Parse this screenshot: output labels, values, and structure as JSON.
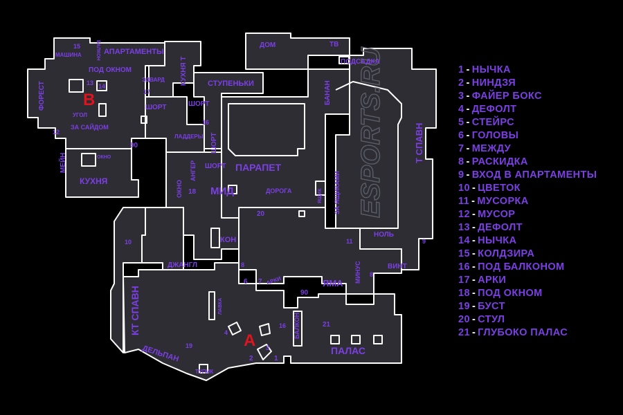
{
  "map": {
    "watermark": "ESPORTS.RU",
    "sites": {
      "a": "A",
      "b": "B"
    },
    "callouts": {
      "mashina": "МАШИНА",
      "balkon_b": "БАЛКОН",
      "apartments": "АПАРТАМЕНТЫ",
      "pod_oknom": "ПОД ОКНОМ",
      "forest": "ФОРЕСТ",
      "edvard": "ЭДВАРД",
      "kuhnya_t": "КУХНЯ Т",
      "ugol": "УГОЛ",
      "za_saydom": "ЗА САЙДОМ",
      "short_b": "ШОРТ",
      "mein": "МЕЙН",
      "okno_b": "ОКНО",
      "kuhnya": "КУХНЯ",
      "laddery": "ЛАДДЕРЫ",
      "short_stairs": "ШОРТ",
      "stupenki": "СТУПЕНЬКИ",
      "short_mid": "ШОРТ",
      "short_vert": "ШОРТ",
      "dom": "ДОМ",
      "tv": "ТВ",
      "podsadka": "ПОДСАДКА",
      "banan": "БАНАН",
      "t_spawn": "Т СПАВН",
      "anger": "АНГЕР",
      "okno_mid": "ОКНО",
      "parapet": "ПАРАПЕТ",
      "mid": "МИД",
      "doroga": "ДОРОГА",
      "yashik": "ЯЩИК",
      "za_yashikami": "ЗА ЯЩИКАМИ",
      "nol": "НОЛЬ",
      "kon": "КОН",
      "minus": "МИНУС",
      "vint": "ВИНТ",
      "dzhangl": "ДЖАНГЛ",
      "arki": "АРКИ",
      "yama": "ЯМА",
      "kt_spawn": "КТ СПАВН",
      "lavka": "ЛАВКА",
      "balkon_a": "БАЛКОН",
      "palas": "ПАЛАС",
      "delpan": "ДЕЛЬПАН",
      "tupik": "ТУПИК"
    },
    "numbers": {
      "n15": "15",
      "n13": "13",
      "n14": "14",
      "n12": "12",
      "n17b": "17",
      "n90b": "90",
      "n16mid": "16",
      "n18": "18",
      "n20": "20",
      "n10": "10",
      "n6": "6",
      "n8mid": "8",
      "n7": "7",
      "n90a": "90",
      "n8": "8",
      "n9": "9",
      "n11": "11",
      "n21": "21",
      "n16a": "16",
      "n2": "2",
      "n1": "1",
      "n3": "3",
      "n4": "4",
      "n19": "19"
    }
  },
  "legend": [
    {
      "num": "1",
      "label": "НЫЧКА"
    },
    {
      "num": "2",
      "label": "НИНДЗЯ"
    },
    {
      "num": "3",
      "label": "ФАЙЕР БОКС"
    },
    {
      "num": "4",
      "label": "ДЕФОЛТ"
    },
    {
      "num": "5",
      "label": "СТЕЙРС"
    },
    {
      "num": "6",
      "label": "ГОЛОВЫ"
    },
    {
      "num": "7",
      "label": "МЕЖДУ"
    },
    {
      "num": "8",
      "label": "РАСКИДКА"
    },
    {
      "num": "9",
      "label": "ВХОД В АПАРТАМЕНТЫ"
    },
    {
      "num": "10",
      "label": "ЦВЕТОК"
    },
    {
      "num": "11",
      "label": "МУСОРКА"
    },
    {
      "num": "12",
      "label": "МУСОР"
    },
    {
      "num": "13",
      "label": "ДЕФОЛТ"
    },
    {
      "num": "14",
      "label": "НЫЧКА"
    },
    {
      "num": "15",
      "label": "КОЛДЗИРА"
    },
    {
      "num": "16",
      "label": "ПОД БАЛКОНОМ"
    },
    {
      "num": "17",
      "label": "АРКИ"
    },
    {
      "num": "18",
      "label": "ПОД ОКНОМ"
    },
    {
      "num": "19",
      "label": "БУСТ"
    },
    {
      "num": "20",
      "label": "СТУЛ"
    },
    {
      "num": "21",
      "label": "ГЛУБОКО ПАЛАС"
    }
  ],
  "legend_separator": "-",
  "colors": {
    "background": "#000000",
    "floor": "#2d2d33",
    "wall": "#ffffff",
    "callout": "#7b3fe4",
    "site": "#e0141e"
  }
}
